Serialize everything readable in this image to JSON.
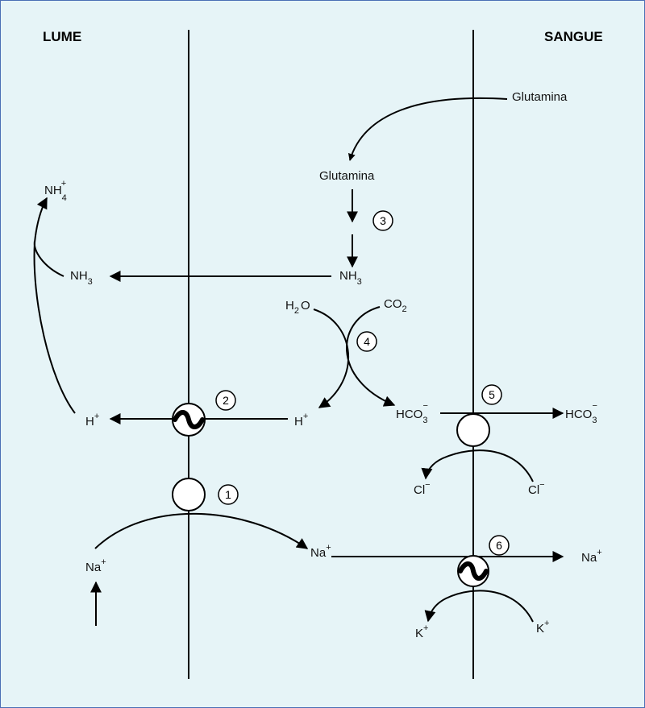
{
  "headers": {
    "lumen": "LUME",
    "blood": "SANGUE"
  },
  "labels": {
    "glutamine_blood": "Glutamina",
    "glutamine_cell": "Glutamina",
    "nh4_base": "NH",
    "nh4_sub": "4",
    "nh4_sup": "+",
    "nh3_lumen_base": "NH",
    "nh3_lumen_sub": "3",
    "nh3_cell_base": "NH",
    "nh3_cell_sub": "3",
    "h2o_pre": "H",
    "h2o_sub": "2",
    "h2o_post": "O",
    "co2_base": "CO",
    "co2_sub": "2",
    "h_lumen_base": "H",
    "h_lumen_sup": "+",
    "h_cell_base": "H",
    "h_cell_sup": "+",
    "hco3_cell_base": "HCO",
    "hco3_cell_sub": "3",
    "hco3_cell_sup": "−",
    "hco3_blood_base": "HCO",
    "hco3_blood_sub": "3",
    "hco3_blood_sup": "−",
    "cl_cell_base": "Cl",
    "cl_cell_sup": "−",
    "cl_blood_base": "Cl",
    "cl_blood_sup": "−",
    "na_lumen_base": "Na",
    "na_lumen_sup": "+",
    "na_cell_base": "Na",
    "na_cell_sup": "+",
    "na_blood_base": "Na",
    "na_blood_sup": "+",
    "k_cell_base": "K",
    "k_cell_sup": "+",
    "k_blood_base": "K",
    "k_blood_sup": "+"
  },
  "steps": [
    "1",
    "2",
    "3",
    "4",
    "5",
    "6"
  ],
  "colors": {
    "background": "#e6f4f7",
    "border": "#4a6fb5",
    "ink": "#000000"
  }
}
